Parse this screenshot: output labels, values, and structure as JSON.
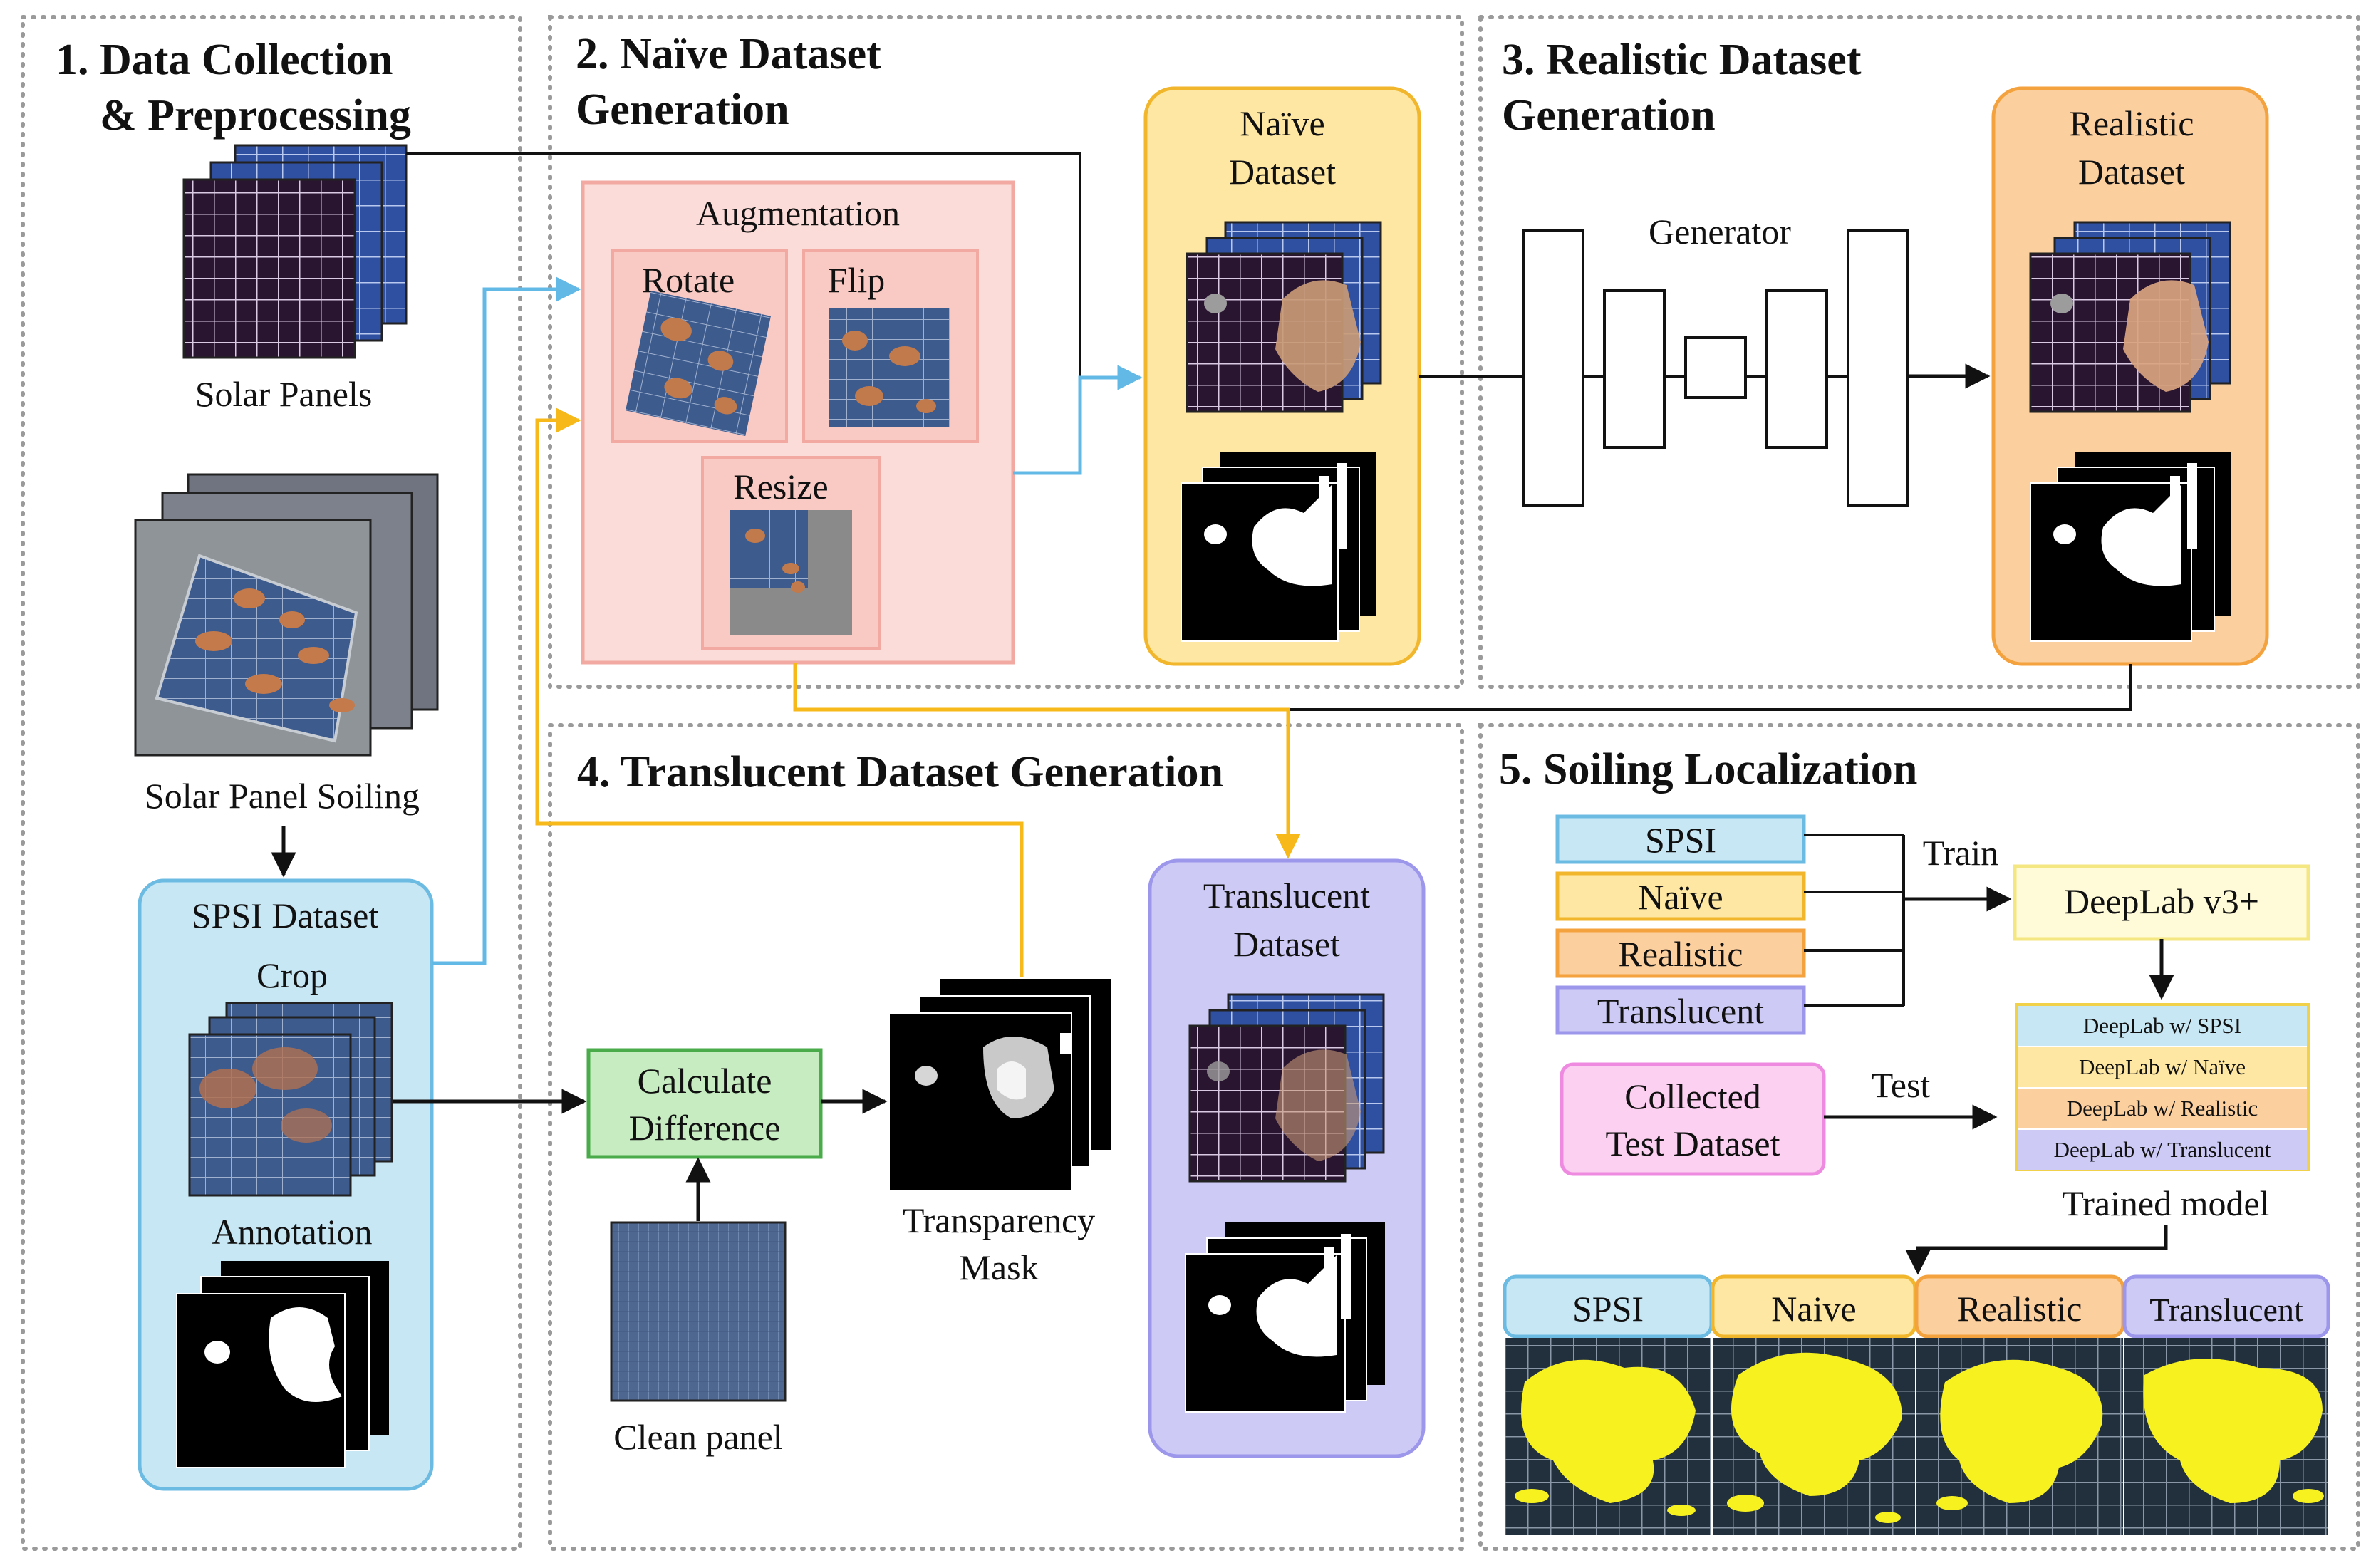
{
  "sections": {
    "s1": {
      "title_line1": "1. Data Collection",
      "title_line2": "& Preprocessing"
    },
    "s2": {
      "title_line1": "2. Naïve Dataset",
      "title_line2": "Generation"
    },
    "s3": {
      "title_line1": "3. Realistic Dataset",
      "title_line2": "Generation"
    },
    "s4": {
      "title": "4. Translucent Dataset Generation"
    },
    "s5": {
      "title": "5. Soiling Localization"
    }
  },
  "s1": {
    "solar_panels_label": "Solar Panels",
    "soiling_label": "Solar Panel Soiling",
    "spsi_title": "SPSI Dataset",
    "crop_label": "Crop",
    "annotation_label": "Annotation"
  },
  "s2": {
    "augmentation_label": "Augmentation",
    "rotate_label": "Rotate",
    "flip_label": "Flip",
    "resize_label": "Resize",
    "naive_line1": "Naïve",
    "naive_line2": "Dataset"
  },
  "s3": {
    "generator_label": "Generator",
    "realistic_line1": "Realistic",
    "realistic_line2": "Dataset"
  },
  "s4": {
    "calc_line1": "Calculate",
    "calc_line2": "Difference",
    "clean_label": "Clean panel",
    "mask_line1": "Transparency",
    "mask_line2": "Mask",
    "translucent_line1": "Translucent",
    "translucent_line2": "Dataset"
  },
  "s5": {
    "datasets": [
      "SPSI",
      "Naïve",
      "Realistic",
      "Translucent"
    ],
    "train_label": "Train",
    "deeplab_label": "DeepLab v3+",
    "test_line1": "Collected",
    "test_line2": "Test Dataset",
    "test_label": "Test",
    "models": [
      "DeepLab w/ SPSI",
      "DeepLab w/ Naïve",
      "DeepLab w/ Realistic",
      "DeepLab w/ Translucent"
    ],
    "trained_label": "Trained model",
    "results": [
      "SPSI",
      "Naive",
      "Realistic",
      "Translucent"
    ]
  },
  "colors": {
    "blue_arrow": "#63b9e6",
    "yellow_arrow": "#f6b919",
    "spsi_fill": "#c8e7f4",
    "spsi_stroke": "#6cbbe3",
    "naive_fill": "#fde7a2",
    "naive_stroke": "#f2b62c",
    "realistic_fill": "#fccf9f",
    "realistic_stroke": "#f4a23e",
    "translucent_fill": "#cdcbf6",
    "translucent_stroke": "#9d97ec",
    "aug_fill": "#fcdcd8",
    "aug_stroke": "#f1a9a1",
    "calc_fill": "#c7ecc1",
    "calc_stroke": "#49ab49",
    "test_fill": "#fcd0f0",
    "test_stroke": "#ee8be0",
    "deeplab_fill": "#fffbd9",
    "deeplab_stroke": "#f4e680",
    "overlay_yellow": "#f7f21f"
  }
}
